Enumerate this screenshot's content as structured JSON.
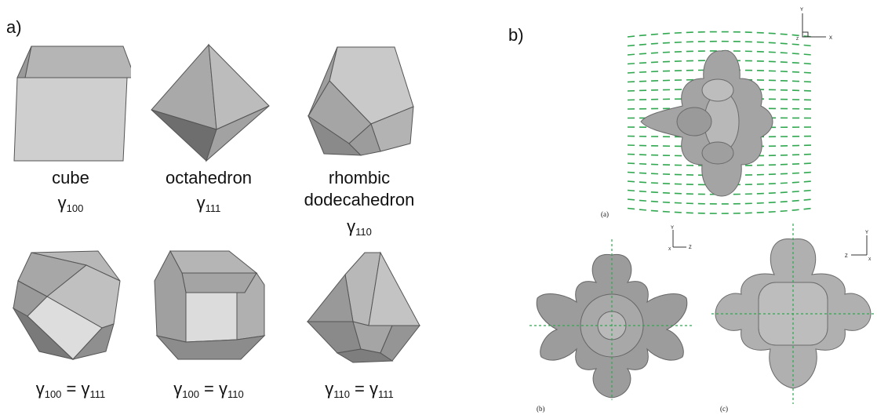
{
  "panel_a": {
    "label": "a)",
    "shapes": [
      {
        "name": "cube",
        "gamma": "γ",
        "sub": "100"
      },
      {
        "name": "octahedron",
        "gamma": "γ",
        "sub": "111"
      },
      {
        "name_line1": "rhombic",
        "name_line2": "dodecahedron",
        "gamma": "γ",
        "sub": "110"
      }
    ],
    "equalities": [
      {
        "g1": "γ",
        "s1": "100",
        "eq": " = ",
        "g2": "γ",
        "s2": "111"
      },
      {
        "g1": "γ",
        "s1": "100",
        "eq": " = ",
        "g2": "γ",
        "s2": "110"
      },
      {
        "g1": "γ",
        "s1": "110",
        "eq": " = ",
        "g2": "γ",
        "s2": "111"
      }
    ]
  },
  "panel_b": {
    "label": "b)",
    "subfig_a": "(a)",
    "subfig_b": "(b)",
    "subfig_c": "(c)",
    "axes_a": {
      "v": "Y",
      "h": "X",
      "o": "Z"
    },
    "axes_b": {
      "v": "Y",
      "h": "Z",
      "o": "X"
    },
    "axes_c": {
      "v": "Y",
      "h": "Z",
      "o": "X"
    }
  },
  "colors": {
    "face_light": "#d6d6d6",
    "face_mid": "#a8a8a8",
    "face_dark": "#7e7e7e",
    "flow_lines": "#2fa84f",
    "crystal": "#9a9a9a"
  }
}
